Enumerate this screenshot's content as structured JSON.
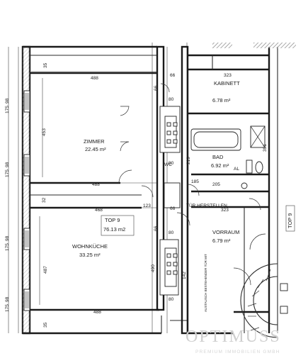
{
  "rooms": {
    "zimmer": {
      "name": "ZIMMER",
      "area": "22.45 m²"
    },
    "wohnkueche": {
      "name": "WOHNKÜCHE",
      "area": "33.25 m²"
    },
    "kabinett": {
      "name": "KABINETT",
      "area": "6.78 m²"
    },
    "bad": {
      "name": "BAD",
      "area": "6.92 m²"
    },
    "vorraum": {
      "name": "VORRAUM",
      "area": "6.79 m²"
    },
    "top9": {
      "name": "TOP 9",
      "area": "76.13 m2"
    }
  },
  "labels": {
    "top9_right": "TOP 9",
    "wc": "WC",
    "al": "AL",
    "tuer_herstellen": "TÜR HERSTELLEN",
    "vertical_note": "AUSTAUSCH BESTEHENDER TÜR MIT"
  },
  "dimensions": {
    "top_width": "488",
    "zimmer_height": "453",
    "mid_width": "488",
    "mid_width2": "468",
    "wohn_height": "487",
    "bottom_width": "488",
    "wall_35_top": "35",
    "wall_35_bottom": "35",
    "wall_32": "32",
    "win_a": "175",
    "win_b": "175",
    "win_c": "175",
    "win_d": "175",
    "sill_a": "98",
    "sill_b": "98",
    "sill_c": "98",
    "sill_d": "98",
    "d66a": "66",
    "d66b": "66",
    "d66c": "66",
    "d66d": "66",
    "d123": "123",
    "kab_w": "323",
    "kab_w2": "323",
    "bad_h": "219",
    "bad_d1": "185",
    "bad_d2": "205",
    "bad_h2": "391",
    "vor_h": "490",
    "d142": "142",
    "d80a": "80",
    "d80b": "80",
    "d80c": "80",
    "d80d": "80"
  },
  "watermark": {
    "brand": "OPTIMUSS",
    "tagline": "PREMIUM IMMOBILIEN GMBH"
  }
}
